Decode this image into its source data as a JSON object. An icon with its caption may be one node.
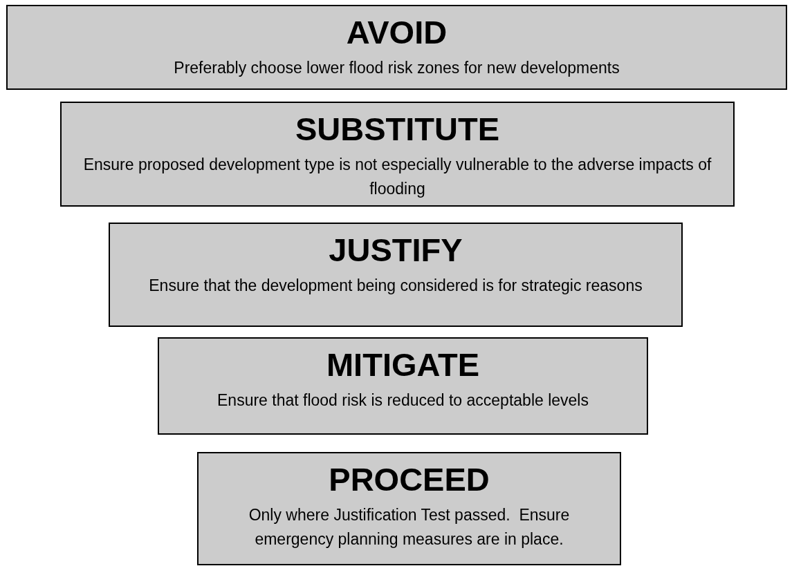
{
  "diagram": {
    "nodes": [
      {
        "text": [
          "AVOID",
          "Preferably choose lower flood risk zones for new developments"
        ]
      },
      {
        "text": [
          "SUBSTITUTE",
          "Ensure proposed development type is not especially vulnerable to the adverse impacts of flooding"
        ]
      },
      {
        "text": [
          "JUSTIFY",
          "Ensure that the development being considered is for strategic reasons"
        ]
      },
      {
        "text": [
          "MITIGATE",
          "Ensure that flood risk is reduced to acceptable levels"
        ]
      },
      {
        "text": [
          "PROCEED",
          "Only where Justification Test passed.  Ensure emergency planning measures are in place."
        ]
      }
    ]
  }
}
